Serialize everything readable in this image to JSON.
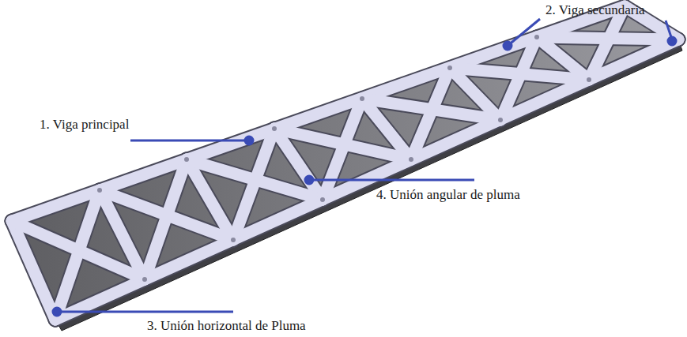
{
  "diagram": {
    "labels": [
      "2. Viga secundaria",
      "1. Viga principal",
      "4. Unión angular de pluma",
      "3. Unión horizontal de Pluma"
    ]
  }
}
